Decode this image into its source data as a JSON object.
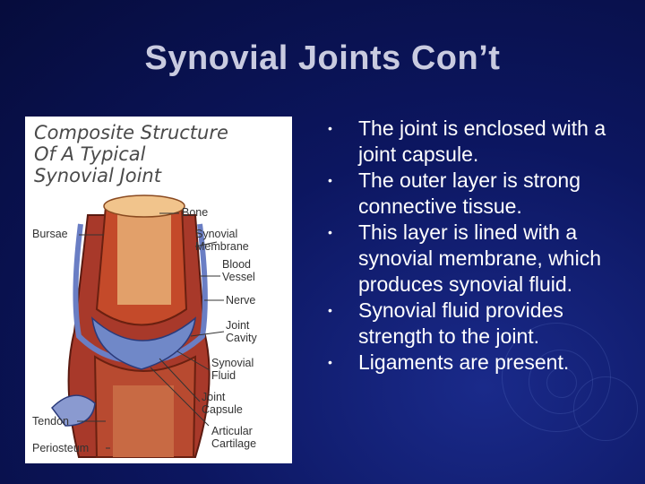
{
  "slide": {
    "title": "Synovial Joints Con’t",
    "bullet_symbol": "•",
    "bullets": [
      "The joint is enclosed with a joint capsule.",
      "The outer layer is strong connective tissue.",
      "This layer is lined with a synovial membrane, which produces synovial fluid.",
      "Synovial fluid provides strength to the joint.",
      "Ligaments are present."
    ]
  },
  "figure": {
    "title_lines": [
      "Composite Structure",
      "Of A Typical",
      "Synovial Joint"
    ],
    "labels": {
      "bone": "Bone",
      "bursae": "Bursae",
      "synovial_membrane": "Synovial Membrane",
      "blood_vessel": "Blood Vessel",
      "nerve": "Nerve",
      "joint_cavity": "Joint Cavity",
      "synovial_fluid": "Synovial Fluid",
      "joint_capsule": "Joint Capsule",
      "tendon": "Tendon",
      "articular_cartilage": "Articular Cartilage",
      "periosteum": "Periosteum"
    }
  }
}
